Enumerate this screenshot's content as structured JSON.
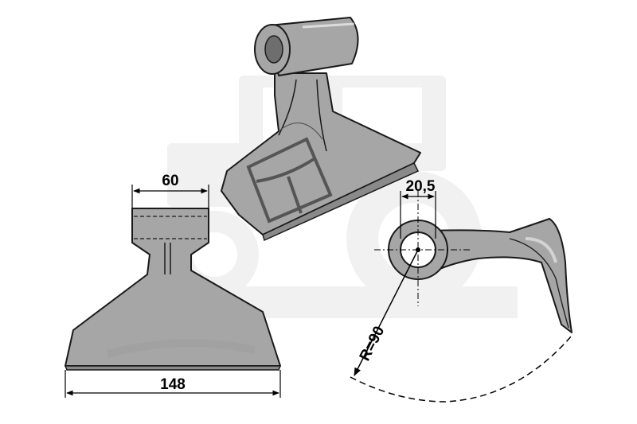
{
  "dimensions": {
    "width_top": "60",
    "width_bottom": "148",
    "bore_diameter": "20,5",
    "radius": "R=90"
  },
  "colors": {
    "blade_fill": "#a6a6a6",
    "blade_stroke": "#1a1a1a",
    "watermark": "#f1f1f1",
    "dimension_line": "#000000"
  },
  "views": [
    "isometric-view",
    "front-view",
    "side-view"
  ]
}
